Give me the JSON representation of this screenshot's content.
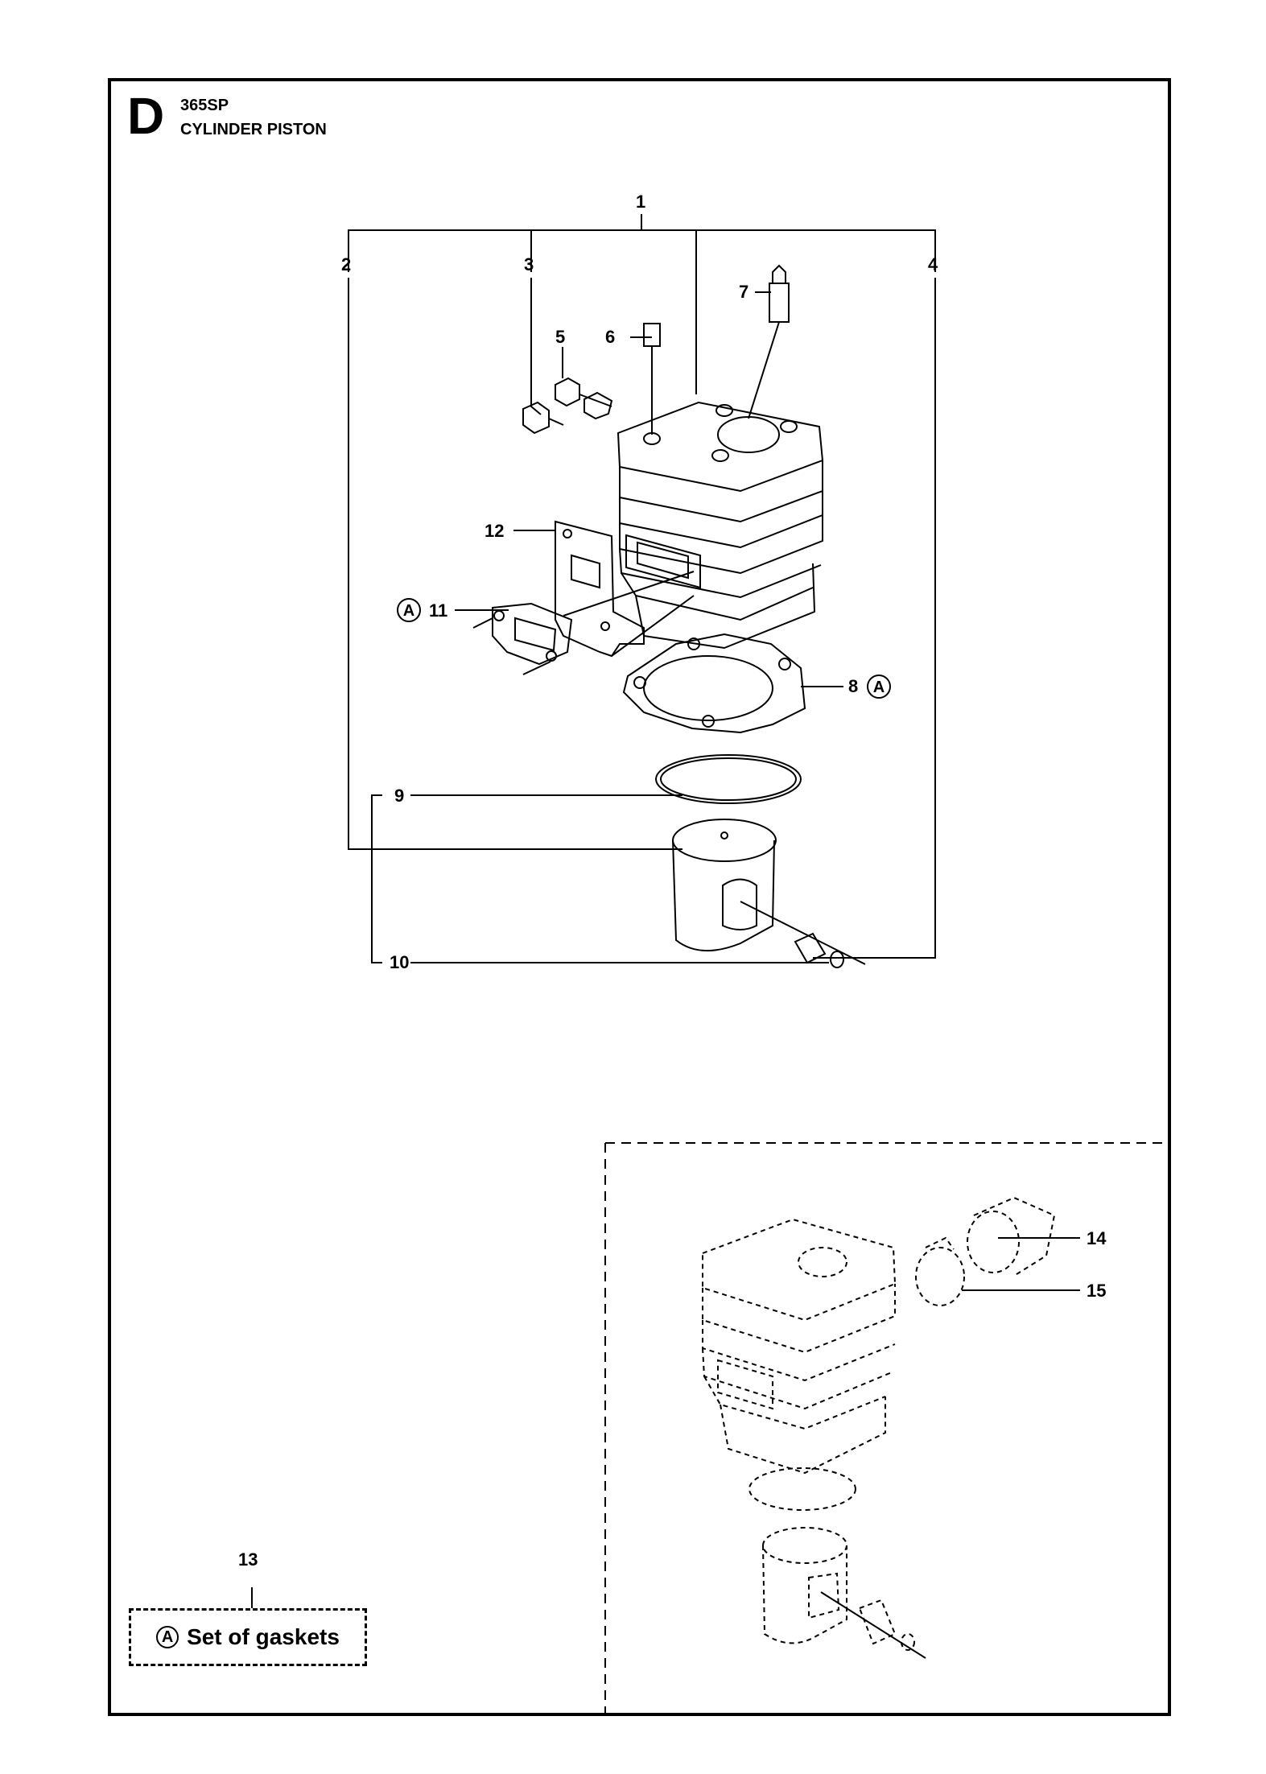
{
  "header": {
    "section_letter": "D",
    "model": "365SP",
    "title": "CYLINDER PISTON"
  },
  "callouts": {
    "c1": "1",
    "c2": "2",
    "c3": "3",
    "c4": "4",
    "c5": "5",
    "c6": "6",
    "c7": "7",
    "c8": "8",
    "c9": "9",
    "c10": "10",
    "c11": "11",
    "c12": "12",
    "c13": "13",
    "c14": "14",
    "c15": "15"
  },
  "gasket_marker": "A",
  "gasket_set": {
    "marker": "A",
    "label": "Set of gaskets"
  }
}
